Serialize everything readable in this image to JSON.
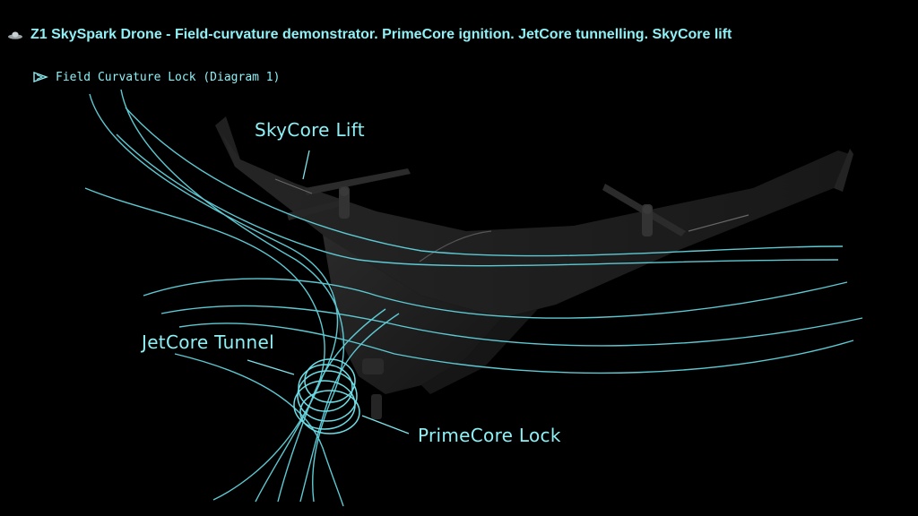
{
  "header": {
    "title": "Z1 SkySpark Drone - Field-curvature demonstrator. PrimeCore ignition. JetCore tunnelling. SkyCore lift",
    "subtitle": "Field Curvature Lock (Diagram 1)"
  },
  "labels": {
    "skycore": "SkyCore Lift",
    "jetcore": "JetCore Tunnel",
    "primecore": "PrimeCore Lock"
  },
  "icons": {
    "title_icon": "saucer-icon",
    "subtitle_icon": "arrow-right-icon"
  },
  "colors": {
    "accent": "#8ff0f5",
    "background": "#000000",
    "drone_body": "#1c1c1c"
  }
}
